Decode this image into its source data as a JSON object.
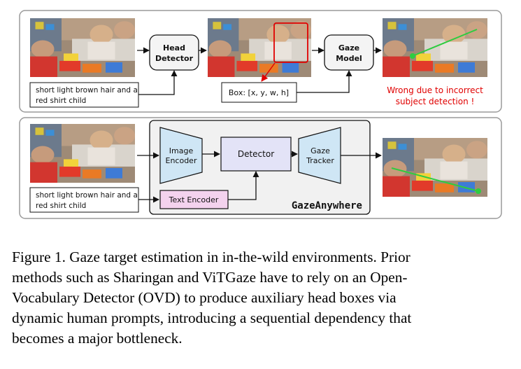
{
  "top_row": {
    "prompt_line1": "short light brown hair and a",
    "prompt_line2": "red shirt child",
    "head_detector_line1": "Head",
    "head_detector_line2": "Detector",
    "box_label": "Box: [x, y, w, h]",
    "gaze_model_line1": "Gaze",
    "gaze_model_line2": "Model",
    "warning_line1": "Wrong due to incorrect",
    "warning_line2": "subject detection !"
  },
  "bottom_row": {
    "prompt_line1": "short light brown hair and a",
    "prompt_line2": "red shirt child",
    "image_encoder_line1": "Image",
    "image_encoder_line2": "Encoder",
    "detector": "Detector",
    "gaze_tracker_line1": "Gaze",
    "gaze_tracker_line2": "Tracker",
    "text_encoder": "Text Encoder",
    "brand": "GazeAnywhere"
  },
  "caption": {
    "line1": "Figure 1. Gaze target estimation in in-the-wild environments. Prior",
    "line2": "methods such as Sharingan and ViTGaze have to rely on an Open-",
    "line3": "Vocabulary Detector (OVD) to produce auxiliary head boxes via",
    "line4": "dynamic human prompts, introducing a sequential dependency that",
    "line5": "becomes a major bottleneck."
  },
  "colors": {
    "encoder_fill": "#cfe6f5",
    "detector_fill": "#e3e3f7",
    "text_encoder_fill": "#f4d2ee",
    "panel_fill": "#f1f1f1",
    "gaze_line": "#2ecc40",
    "warning": "#e00000"
  }
}
